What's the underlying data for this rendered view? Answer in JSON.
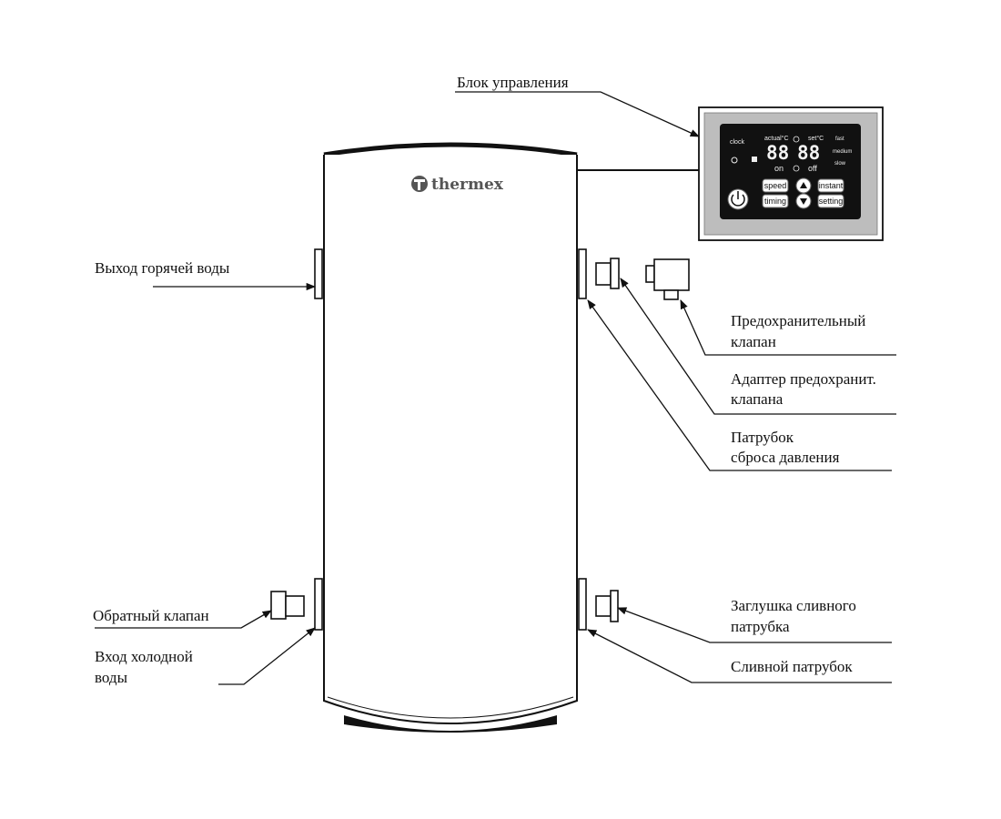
{
  "brand": {
    "name": "thermex"
  },
  "labels": {
    "control_unit": "Блок управления",
    "hot_water_out": "Выход горячей воды",
    "safety_valve": [
      "Предохранительный",
      "клапан"
    ],
    "safety_valve_adapter": [
      "Адаптер предохранит.",
      "клапана"
    ],
    "pressure_relief_pipe": [
      "Патрубок",
      "сброса давления"
    ],
    "check_valve": "Обратный клапан",
    "cold_water_in": [
      "Вход холодной",
      "воды"
    ],
    "drain_plug": [
      "Заглушка сливного",
      "патрубка"
    ],
    "drain_pipe": "Сливной патрубок"
  },
  "control_panel": {
    "clock": "clock",
    "actual": "actual°C",
    "set": "set°C",
    "display_left": "88",
    "display_right": "88",
    "on": "on",
    "off": "off",
    "fast": "fast",
    "medium": "medium",
    "slow": "slow",
    "buttons": {
      "speed": "speed",
      "timing": "timing",
      "instant": "instant",
      "setting": "setting"
    }
  }
}
